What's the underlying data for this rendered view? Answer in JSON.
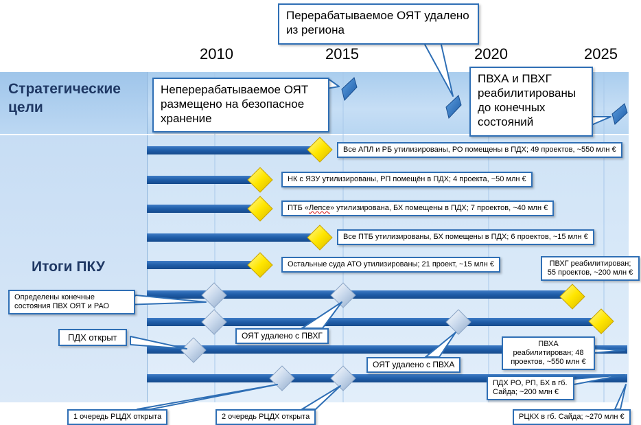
{
  "years": [
    "2010",
    "2015",
    "2020",
    "2025"
  ],
  "sections": {
    "strategic": "Стратегические цели",
    "results": "Итоги ПКУ"
  },
  "strategic_callouts": {
    "nonreprocessed": "Неперерабатываемое ОЯТ размещено на безопасное хранение",
    "reprocessed": "Перерабатываемое ОЯТ удалено из региона",
    "rehabilitated": "ПВХА и ПВХГ реабилитированы до конечных состояний"
  },
  "rows": [
    {
      "label": "Все АПЛ и РБ утилизированы, РО помещены в ПДХ; 49 проектов, ~550 млн €"
    },
    {
      "label": "НК с ЯЗУ утилизированы, РП помещён в ПДХ; 4 проекта, ~50 млн €"
    },
    {
      "label_pre": "ПТБ «",
      "label_err": "Лепсе",
      "label_post": "» утилизирована, БХ помещены в ПДХ; 7 проектов, ~40 млн €"
    },
    {
      "label": "Все ПТБ утилизированы, БХ помещены в ПДХ; 6 проектов, ~15 млн €"
    },
    {
      "label": "Остальные суда АТО утилизированы; 21 проект, ~15 млн €"
    }
  ],
  "milestones": {
    "final_states": "Определены конечные состояния ПВХ ОЯТ и РАО",
    "pvhg_rehab": "ПВХГ реабилитирован; 55 проектов, ~200 млн €",
    "oyat_pvhg": "ОЯТ удалено с ПВХГ",
    "pdh_open": "ПДХ открыт",
    "pvha_rehab": "ПВХА реабилитирован; 48 проектов, ~550 млн €",
    "oyat_pvha": "ОЯТ удалено с ПВХА",
    "pdh_saida": "ПДХ РО, РП, БХ в гб. Сайда; ~200 млн €",
    "rcdh_1": "1 очередь РЦДХ открыта",
    "rcdh_2": "2 очередь РЦДХ открыта",
    "rckh_saida": "РЦКХ в гб. Сайда; ~270 млн €"
  },
  "colors": {
    "bar": "#1f5da8",
    "callout_border": "#2f6fb5",
    "gold_diamond": "#ffe600",
    "silver_diamond": "#c8d8ec",
    "title": "#1f3864"
  }
}
